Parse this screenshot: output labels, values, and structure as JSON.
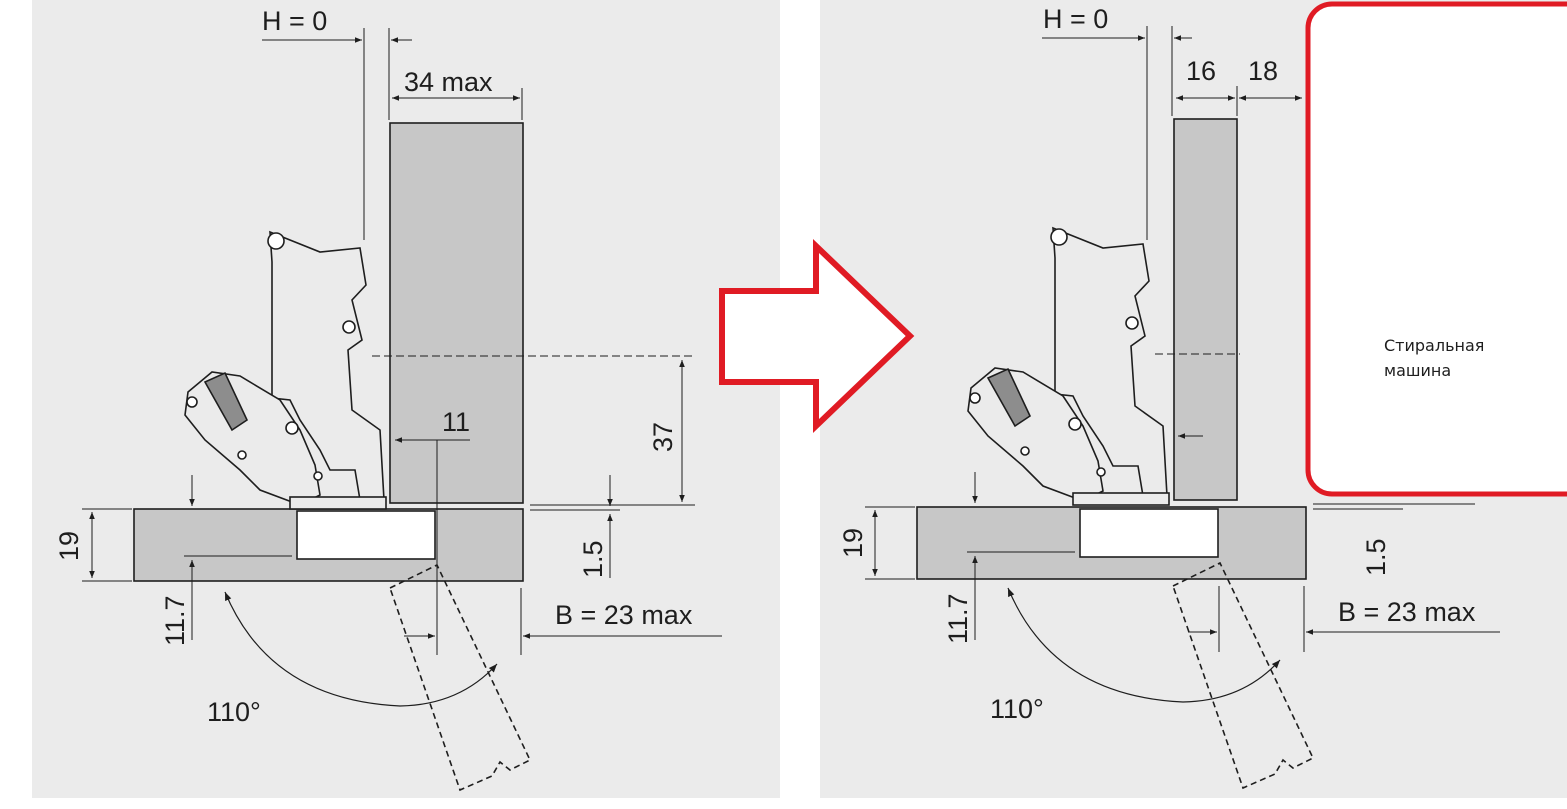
{
  "left": {
    "h_label": "H = 0",
    "max_label": "34 max",
    "offset_label": "11",
    "height_label": "37",
    "thickness_label": "19",
    "gap_label": "1.5",
    "drill_label": "11.7",
    "b_label": "B = 23 max",
    "angle_label": "110°"
  },
  "right": {
    "h_label": "H = 0",
    "door_label": "16",
    "gap_label_top": "18",
    "thickness_label": "19",
    "gap_label": "1.5",
    "drill_label": "11.7",
    "b_label": "B = 23 max",
    "angle_label": "110°",
    "machine_line1": "Стиральная",
    "machine_line2": "машина"
  },
  "colors": {
    "accent": "#e01b24",
    "panel_fill": "#c7c7c7",
    "background": "#ebebeb",
    "line": "#1e1e1e"
  }
}
